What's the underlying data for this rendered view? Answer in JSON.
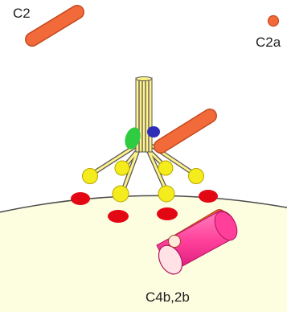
{
  "labels": {
    "c2": "C2",
    "c2a": "C2a",
    "c4b2b": "C4b,2b"
  },
  "colors": {
    "background": "#ffffff",
    "membrane_fill": "#fdfde0",
    "membrane_edge": "#4a4a4a",
    "c2_orange": "#f26a3a",
    "c2_orange_edge": "#c44a1e",
    "stalk_yellow": "#fff28a",
    "stalk_line": "#555555",
    "head_yellow": "#f4ec1c",
    "head_edge": "#b8a600",
    "foot_red": "#e30613",
    "green_subunit": "#2ecc40",
    "blue_subunit": "#2d2db8",
    "c4b_pink": "#ff3f9a",
    "c4b_pink_end": "#ffe1e6"
  }
}
